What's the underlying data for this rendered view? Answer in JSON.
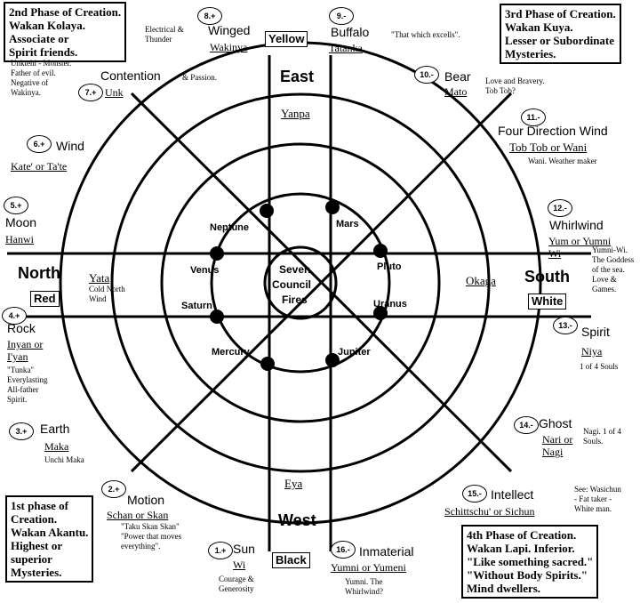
{
  "phases": {
    "second": "2nd Phase of Creation.\nWakan Kolaya.\nAssociate or\nSpirit friends.",
    "third": "3rd Phase of Creation.\nWakan Kuya.\nLesser or Subordinate\nMysteries.",
    "first": "1st phase of\nCreation.\nWakan Akantu.\nHighest or\nsuperior\nMysteries.",
    "fourth": "4th Phase of Creation.\nWakan Lapi. Inferior.\n\"Like something sacred.\"\n\"Without Body Spirits.\"\nMind dwellers."
  },
  "directions": {
    "east": "East",
    "west": "West",
    "north": "North",
    "south": "South",
    "east_color": "Yellow",
    "west_color": "Black",
    "north_color": "Red",
    "south_color": "White",
    "east_word": "Yanpa",
    "west_word": "Eya",
    "north_word": "Yata",
    "north_note": "Cold North\nWind",
    "south_word": "Okaga"
  },
  "center": {
    "line1": "Seven",
    "line2": "Council",
    "line3": "Fires"
  },
  "planets": {
    "neptune": "Neptune",
    "mars": "Mars",
    "venus": "Venus",
    "pluto": "Pluto",
    "saturn": "Saturn",
    "uranus": "Uranus",
    "mercury": "Mercury",
    "jupiter": "Jupiter"
  },
  "entities": {
    "e1": {
      "num": "1.+",
      "name": "Sun",
      "lakota": "Wi",
      "note": "Courage &\nGenerosity"
    },
    "e2": {
      "num": "2.+",
      "name": "Motion",
      "lakota": "Schan or Skan",
      "note": "\"Taku Skan Skan\"\n\"Power that moves\neverything\"."
    },
    "e3": {
      "num": "3.+",
      "name": "Earth",
      "lakota": "Maka",
      "note": "Unchi Maka"
    },
    "e4": {
      "num": "4.+",
      "name": "Rock",
      "lakota": "Inyan or\nI'yan",
      "note": "\"Tunka\"\nEverylasting\nAll-father\nSpirit."
    },
    "e5": {
      "num": "5.+",
      "name": "Moon",
      "lakota": "Hanwi"
    },
    "e6": {
      "num": "6.+",
      "name": "Wind",
      "lakota": "Kate' or Ta'te"
    },
    "e7": {
      "num": "7.+",
      "name": "Contention",
      "lakota": "Unk",
      "note": "& Passion.",
      "note2": "Unktehi - Monster.\nFather of evil.\nNegative of\nWakinya."
    },
    "e8": {
      "num": "8.+",
      "name": "Winged",
      "lakota": "Wakinya",
      "note": "Electrical &\nThunder"
    },
    "e9": {
      "num": "9.-",
      "name": "Buffalo",
      "lakota": "Tatanka",
      "note": "\"That which excells\"."
    },
    "e10": {
      "num": "10.-",
      "name": "Bear",
      "lakota": "Mato",
      "note": "Love and Bravery.\nTob Tob?"
    },
    "e11": {
      "num": "11.-",
      "name": "Four Direction Wind",
      "lakota": "Tob Tob or Wani",
      "note": "Wani. Weather maker"
    },
    "e12": {
      "num": "12.-",
      "name": "Whirlwind",
      "lakota": "Yum or Yumni\nWi",
      "note": "Yumni-Wi.\nThe Goddess\nof the sea.\nLove &\nGames."
    },
    "e13": {
      "num": "13.-",
      "name": "Spirit",
      "lakota": "Niya",
      "note": "1 of 4 Souls"
    },
    "e14": {
      "num": "14.-",
      "name": "Ghost",
      "lakota": "Nari or\nNagi",
      "note": "Nagi. 1 of 4\nSouls."
    },
    "e15": {
      "num": "15.-",
      "name": "Intellect",
      "lakota": "Schittschu' or Sichun",
      "note": "See: Wasichun\n- Fat taker -\nWhite man."
    },
    "e16": {
      "num": "16.-",
      "name": "Inmaterial",
      "lakota": "Yumni or Yumeni",
      "note": "Yumni. The\nWhirlwind?"
    }
  }
}
